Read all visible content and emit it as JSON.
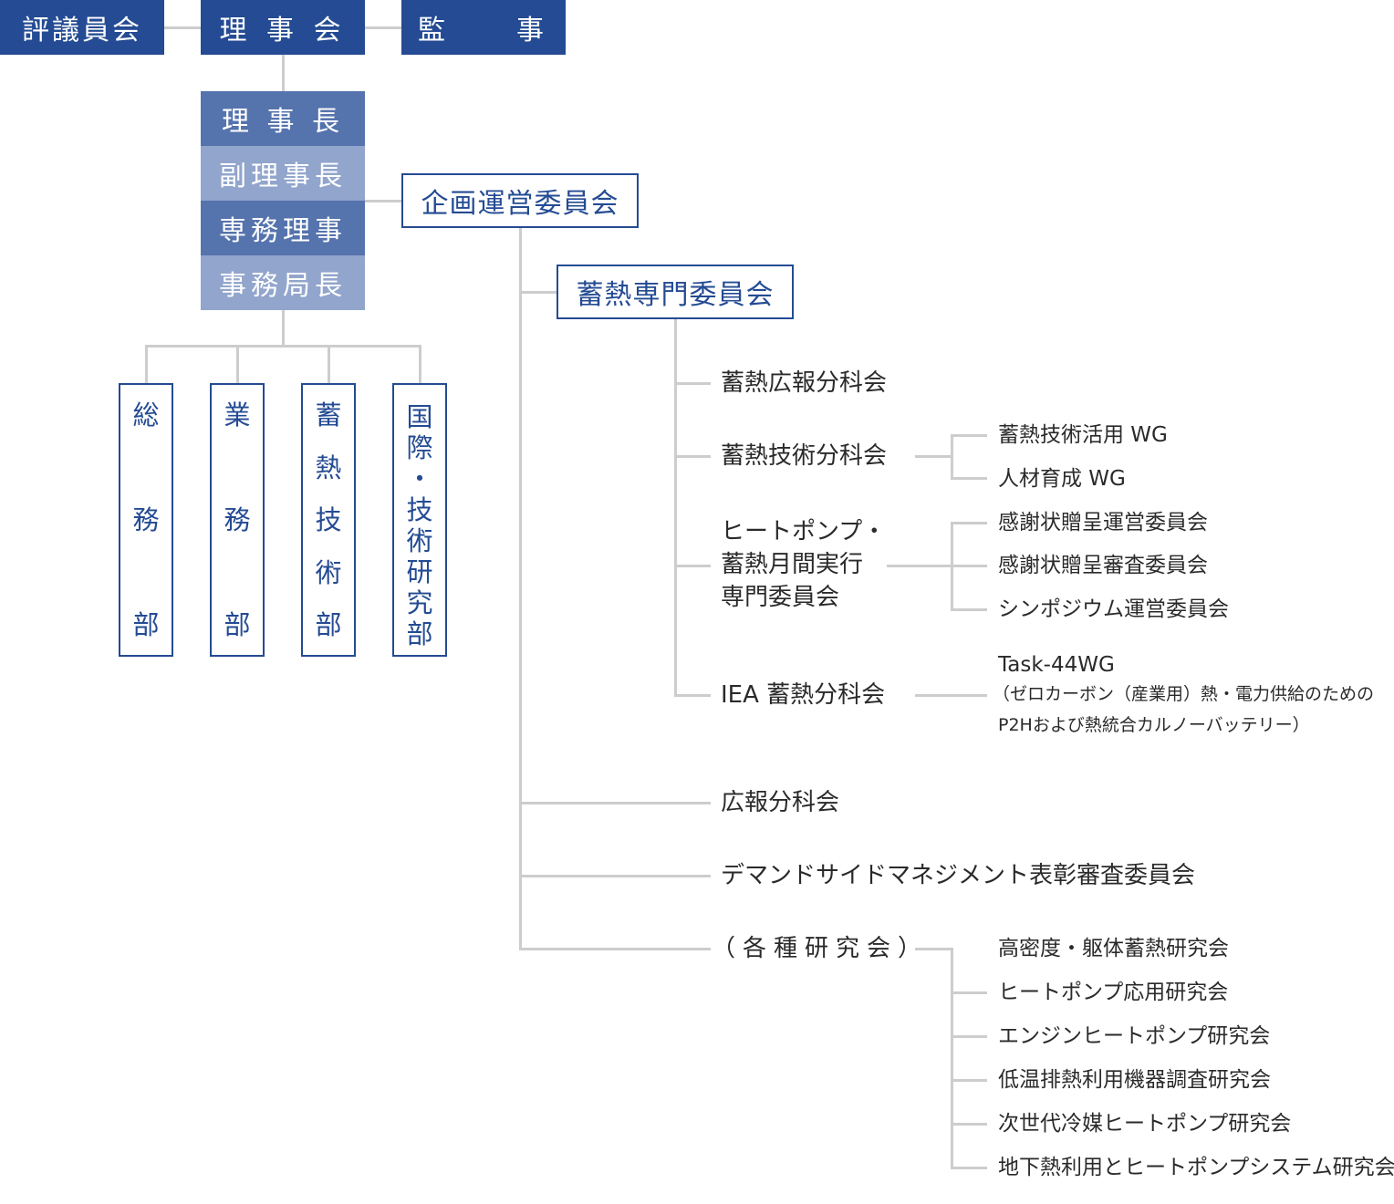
{
  "top": {
    "councillors": "評議員会",
    "board": "理 事 会",
    "auditor": "監　　事"
  },
  "executives": [
    "理 事 長",
    "副理事長",
    "専務理事",
    "事務局長"
  ],
  "planning_committee": "企画運営委員会",
  "departments": [
    {
      "chars": [
        "総",
        "務",
        "部"
      ]
    },
    {
      "chars": [
        "業",
        "務",
        "部"
      ]
    },
    {
      "chars": [
        "蓄",
        "熱",
        "技",
        "術",
        "部"
      ]
    },
    {
      "chars": [
        "国",
        "際",
        "・",
        "技",
        "術",
        "研",
        "究",
        "部"
      ]
    }
  ],
  "thermal_committee": {
    "title": "蓄熱専門委員会",
    "pr_subcommittee": "蓄熱広報分科会",
    "tech_subcommittee": "蓄熱技術分科会",
    "tech_wgs": [
      "蓄熱技術活用 WG",
      "人材育成 WG"
    ],
    "hp_month": [
      "ヒートポンプ・",
      "蓄熱月間実行",
      "専門委員会"
    ],
    "hp_committees": [
      "感謝状贈呈運営委員会",
      "感謝状贈呈審査委員会",
      "シンポジウム運営委員会"
    ],
    "iea": "IEA 蓄熱分科会",
    "iea_task": "Task-44WG",
    "iea_note_1": "（ゼロカーボン（産業用）熱・電力供給のための",
    "iea_note_2": "P2Hおよび熱統合カルノーバッテリー）"
  },
  "pr_committee": "広報分科会",
  "dsm_committee": "デマンドサイドマネジメント表彰審査委員会",
  "research": {
    "label": "（各種研究会）",
    "items": [
      "高密度・躯体蓄熱研究会",
      "ヒートポンプ応用研究会",
      "エンジンヒートポンプ研究会",
      "低温排熱利用機器調査研究会",
      "次世代冷媒ヒートポンプ研究会",
      "地下熱利用とヒートポンプシステム研究会"
    ]
  }
}
